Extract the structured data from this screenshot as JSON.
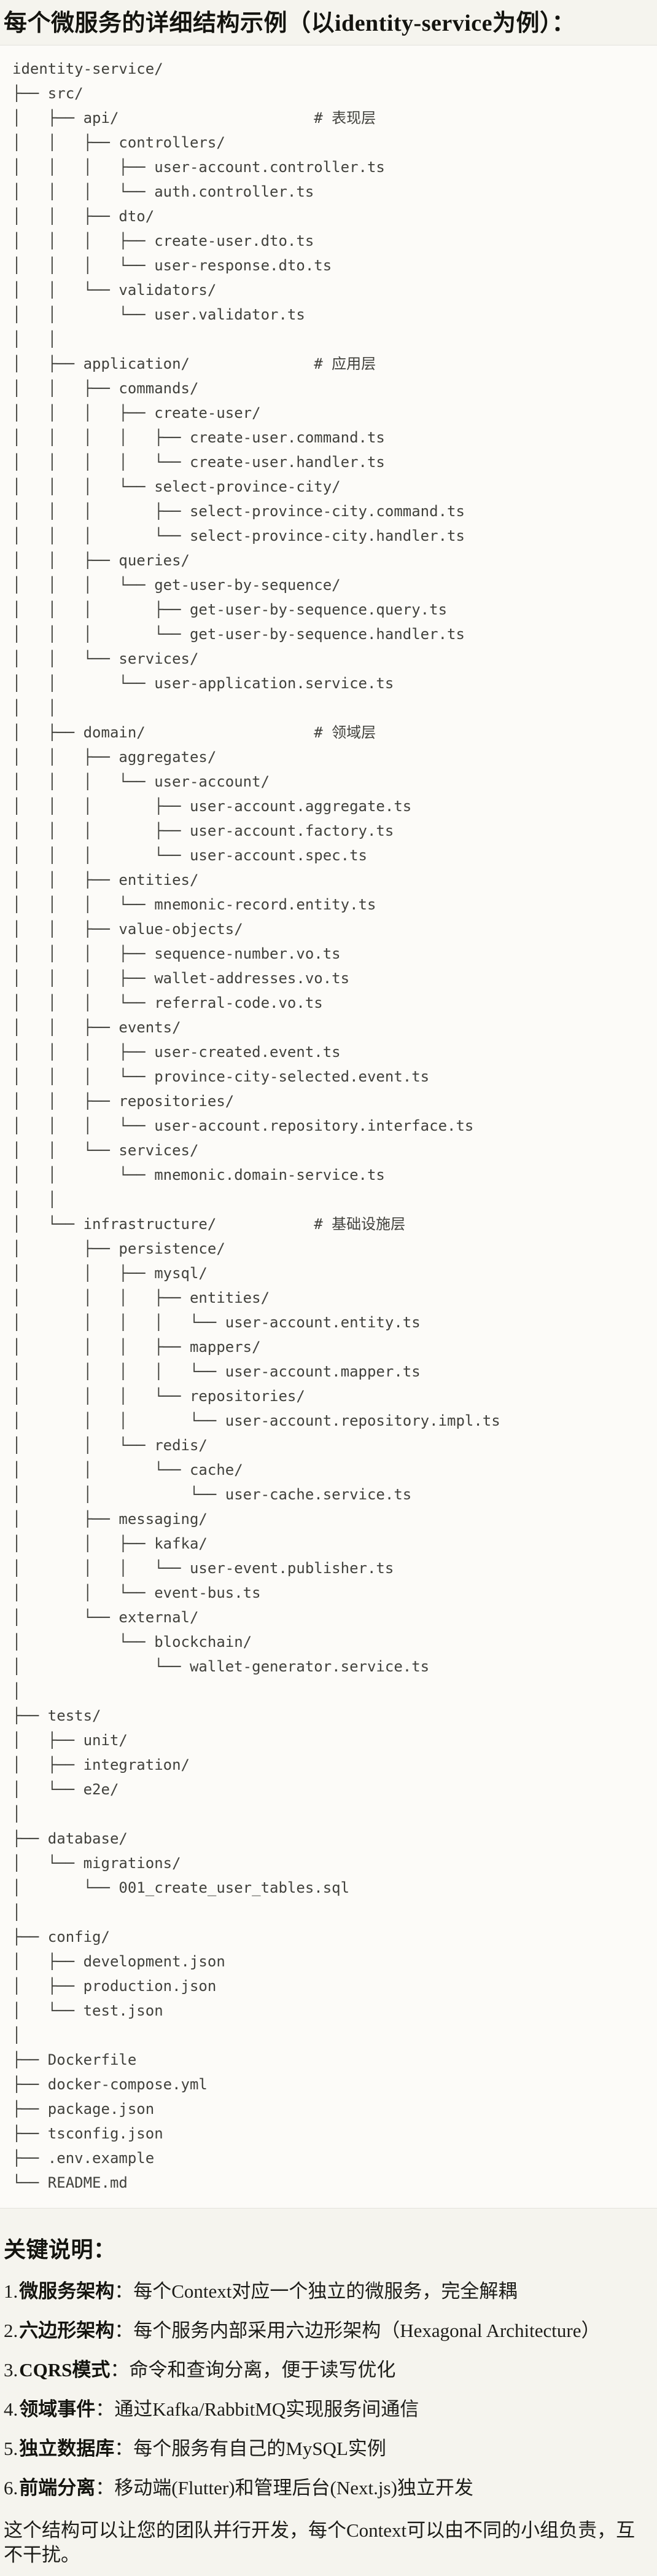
{
  "header": {
    "title": "每个微服务的详细结构示例（以identity-service为例）："
  },
  "code_block": {
    "language": "text",
    "tree_text": "identity-service/\n├── src/\n│   ├── api/                      # 表现层\n│   │   ├── controllers/\n│   │   │   ├── user-account.controller.ts\n│   │   │   └── auth.controller.ts\n│   │   ├── dto/\n│   │   │   ├── create-user.dto.ts\n│   │   │   └── user-response.dto.ts\n│   │   └── validators/\n│   │       └── user.validator.ts\n│   │\n│   ├── application/              # 应用层\n│   │   ├── commands/\n│   │   │   ├── create-user/\n│   │   │   │   ├── create-user.command.ts\n│   │   │   │   └── create-user.handler.ts\n│   │   │   └── select-province-city/\n│   │   │       ├── select-province-city.command.ts\n│   │   │       └── select-province-city.handler.ts\n│   │   ├── queries/\n│   │   │   └── get-user-by-sequence/\n│   │   │       ├── get-user-by-sequence.query.ts\n│   │   │       └── get-user-by-sequence.handler.ts\n│   │   └── services/\n│   │       └── user-application.service.ts\n│   │\n│   ├── domain/                   # 领域层\n│   │   ├── aggregates/\n│   │   │   └── user-account/\n│   │   │       ├── user-account.aggregate.ts\n│   │   │       ├── user-account.factory.ts\n│   │   │       └── user-account.spec.ts\n│   │   ├── entities/\n│   │   │   └── mnemonic-record.entity.ts\n│   │   ├── value-objects/\n│   │   │   ├── sequence-number.vo.ts\n│   │   │   ├── wallet-addresses.vo.ts\n│   │   │   └── referral-code.vo.ts\n│   │   ├── events/\n│   │   │   ├── user-created.event.ts\n│   │   │   └── province-city-selected.event.ts\n│   │   ├── repositories/\n│   │   │   └── user-account.repository.interface.ts\n│   │   └── services/\n│   │       └── mnemonic.domain-service.ts\n│   │\n│   └── infrastructure/           # 基础设施层\n│       ├── persistence/\n│       │   ├── mysql/\n│       │   │   ├── entities/\n│       │   │   │   └── user-account.entity.ts\n│       │   │   ├── mappers/\n│       │   │   │   └── user-account.mapper.ts\n│       │   │   └── repositories/\n│       │   │       └── user-account.repository.impl.ts\n│       │   └── redis/\n│       │       └── cache/\n│       │           └── user-cache.service.ts\n│       ├── messaging/\n│       │   ├── kafka/\n│       │   │   └── user-event.publisher.ts\n│       │   └── event-bus.ts\n│       └── external/\n│           └── blockchain/\n│               └── wallet-generator.service.ts\n│\n├── tests/\n│   ├── unit/\n│   ├── integration/\n│   └── e2e/\n│\n├── database/\n│   └── migrations/\n│       └── 001_create_user_tables.sql\n│\n├── config/\n│   ├── development.json\n│   ├── production.json\n│   └── test.json\n│\n├── Dockerfile\n├── docker-compose.yml\n├── package.json\n├── tsconfig.json\n├── .env.example\n└── README.md"
  },
  "notes": {
    "heading": "关键说明：",
    "items": [
      {
        "num": "1.",
        "term": "微服务架构",
        "desc": "：每个Context对应一个独立的微服务，完全解耦"
      },
      {
        "num": "2.",
        "term": "六边形架构",
        "desc": "：每个服务内部采用六边形架构（Hexagonal Architecture）"
      },
      {
        "num": "3.",
        "term": "CQRS模式",
        "desc": "：命令和查询分离，便于读写优化"
      },
      {
        "num": "4.",
        "term": "领域事件",
        "desc": "：通过Kafka/RabbitMQ实现服务间通信"
      },
      {
        "num": "5.",
        "term": "独立数据库",
        "desc": "：每个服务有自己的MySQL实例"
      },
      {
        "num": "6.",
        "term": "前端分离",
        "desc": "：移动端(Flutter)和管理后台(Next.js)独立开发"
      }
    ],
    "closing": "这个结构可以让您的团队并行开发，每个Context可以由不同的小组负责，互不干扰。"
  },
  "colors": {
    "page_background": "#f5f4ee",
    "code_background": "#fcfbf8",
    "divider": "#e4e3dd",
    "heading_text": "#14140f",
    "body_text": "#1d1d19",
    "code_text": "#41413c"
  }
}
